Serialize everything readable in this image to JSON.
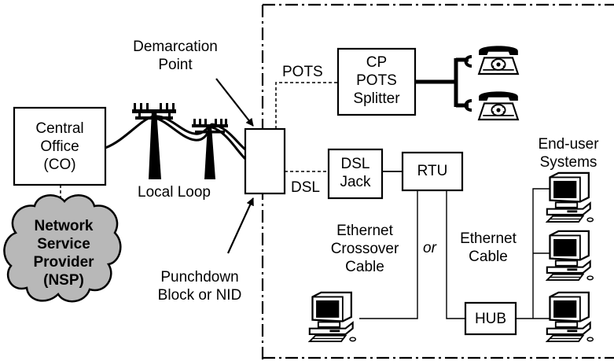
{
  "labels": {
    "central_office": [
      "Central",
      "Office",
      "(CO)"
    ],
    "network_service_provider": [
      "Network",
      "Service",
      "Provider",
      "(NSP)"
    ],
    "local_loop": "Local Loop",
    "demarcation_point": [
      "Demarcation",
      "Point"
    ],
    "punchdown_block": [
      "Punchdown",
      "Block or NID"
    ],
    "pots": "POTS",
    "dsl": "DSL",
    "splitter": [
      "CP",
      "POTS",
      "Splitter"
    ],
    "dsl_jack": [
      "DSL",
      "Jack"
    ],
    "rtu": "RTU",
    "hub": "HUB",
    "end_user_systems": [
      "End-user",
      "Systems"
    ],
    "ethernet_crossover_cable": [
      "Ethernet",
      "Crossover",
      "Cable"
    ],
    "or": "or",
    "ethernet_cable": [
      "Ethernet",
      "Cable"
    ]
  },
  "icons": [
    "utility-pole-icon",
    "telephone-icon",
    "computer-icon",
    "cloud-icon",
    "arrow-icon"
  ],
  "colors": {
    "cloud_fill": "#b8b8b8",
    "line": "#000000",
    "background": "#ffffff"
  }
}
